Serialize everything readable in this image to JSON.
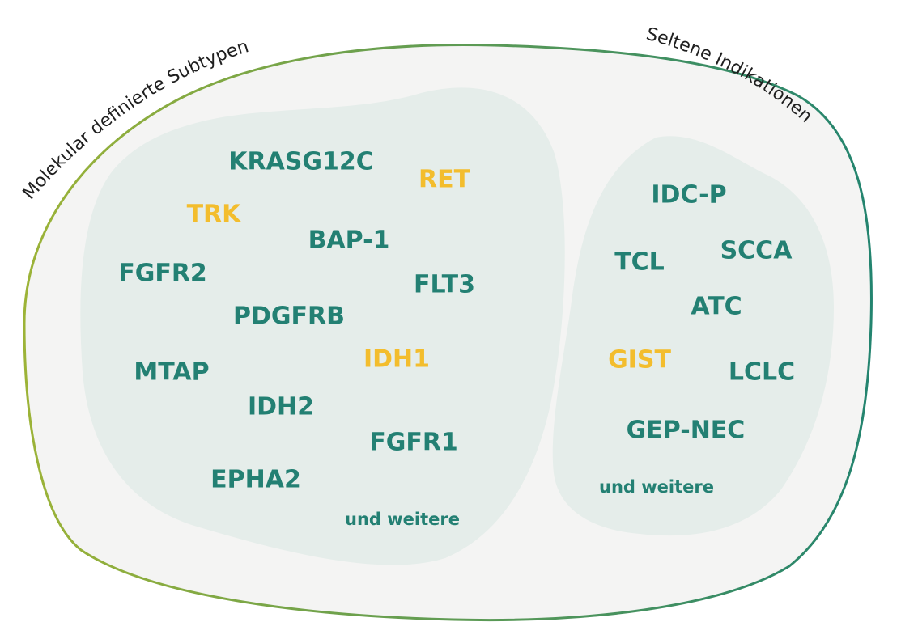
{
  "colors": {
    "teal": "#238073",
    "yellow": "#f3bd2d",
    "outer_fill": "#f4f4f3",
    "blob_fill": "#e5edea",
    "border_start": "#9cb337",
    "border_end": "#23846f",
    "label_text": "#1f1f1f"
  },
  "labels": {
    "left_arc": "Molekular definierte Subtypen",
    "right_arc": "Seltene Indikationen"
  },
  "groups": {
    "molecular": {
      "items": [
        {
          "label": "KRASG12C",
          "color": "teal"
        },
        {
          "label": "RET",
          "color": "yellow"
        },
        {
          "label": "TRK",
          "color": "yellow"
        },
        {
          "label": "BAP-1",
          "color": "teal"
        },
        {
          "label": "FGFR2",
          "color": "teal"
        },
        {
          "label": "FLT3",
          "color": "teal"
        },
        {
          "label": "PDGFRB",
          "color": "teal"
        },
        {
          "label": "IDH1",
          "color": "yellow"
        },
        {
          "label": "MTAP",
          "color": "teal"
        },
        {
          "label": "IDH2",
          "color": "teal"
        },
        {
          "label": "FGFR1",
          "color": "teal"
        },
        {
          "label": "EPHA2",
          "color": "teal"
        }
      ],
      "more": "und weitere"
    },
    "rare": {
      "items": [
        {
          "label": "IDC-P",
          "color": "teal"
        },
        {
          "label": "TCL",
          "color": "teal"
        },
        {
          "label": "SCCA",
          "color": "teal"
        },
        {
          "label": "ATC",
          "color": "teal"
        },
        {
          "label": "GIST",
          "color": "yellow"
        },
        {
          "label": "LCLC",
          "color": "teal"
        },
        {
          "label": "GEP-NEC",
          "color": "teal"
        }
      ],
      "more": "und weitere"
    }
  }
}
